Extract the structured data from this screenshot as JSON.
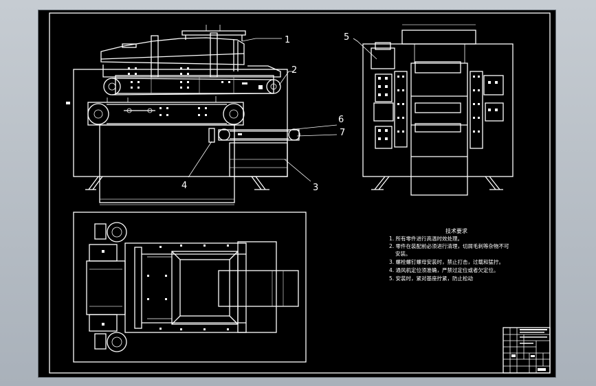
{
  "drawing": {
    "part_numbers": [
      "1",
      "2",
      "3",
      "4",
      "5",
      "6",
      "7"
    ],
    "notes": {
      "title": "技术要求",
      "items": [
        "1. 所有零件进行高温时效处理。",
        "2. 零件在装配前必须进行清理，切屑毛刺等杂物不可",
        "安装。",
        "3. 螺栓螺钉螺母安装时，禁止打击，过载和猛拧。",
        "4. 通风机定位须准确，严禁过定位或者欠定位。",
        "5. 安装时，紧对基座拧紧，防止松动"
      ]
    }
  },
  "colors": {
    "sheet": "#000000",
    "lines": "#ffffff",
    "background": "#b7bec6"
  }
}
